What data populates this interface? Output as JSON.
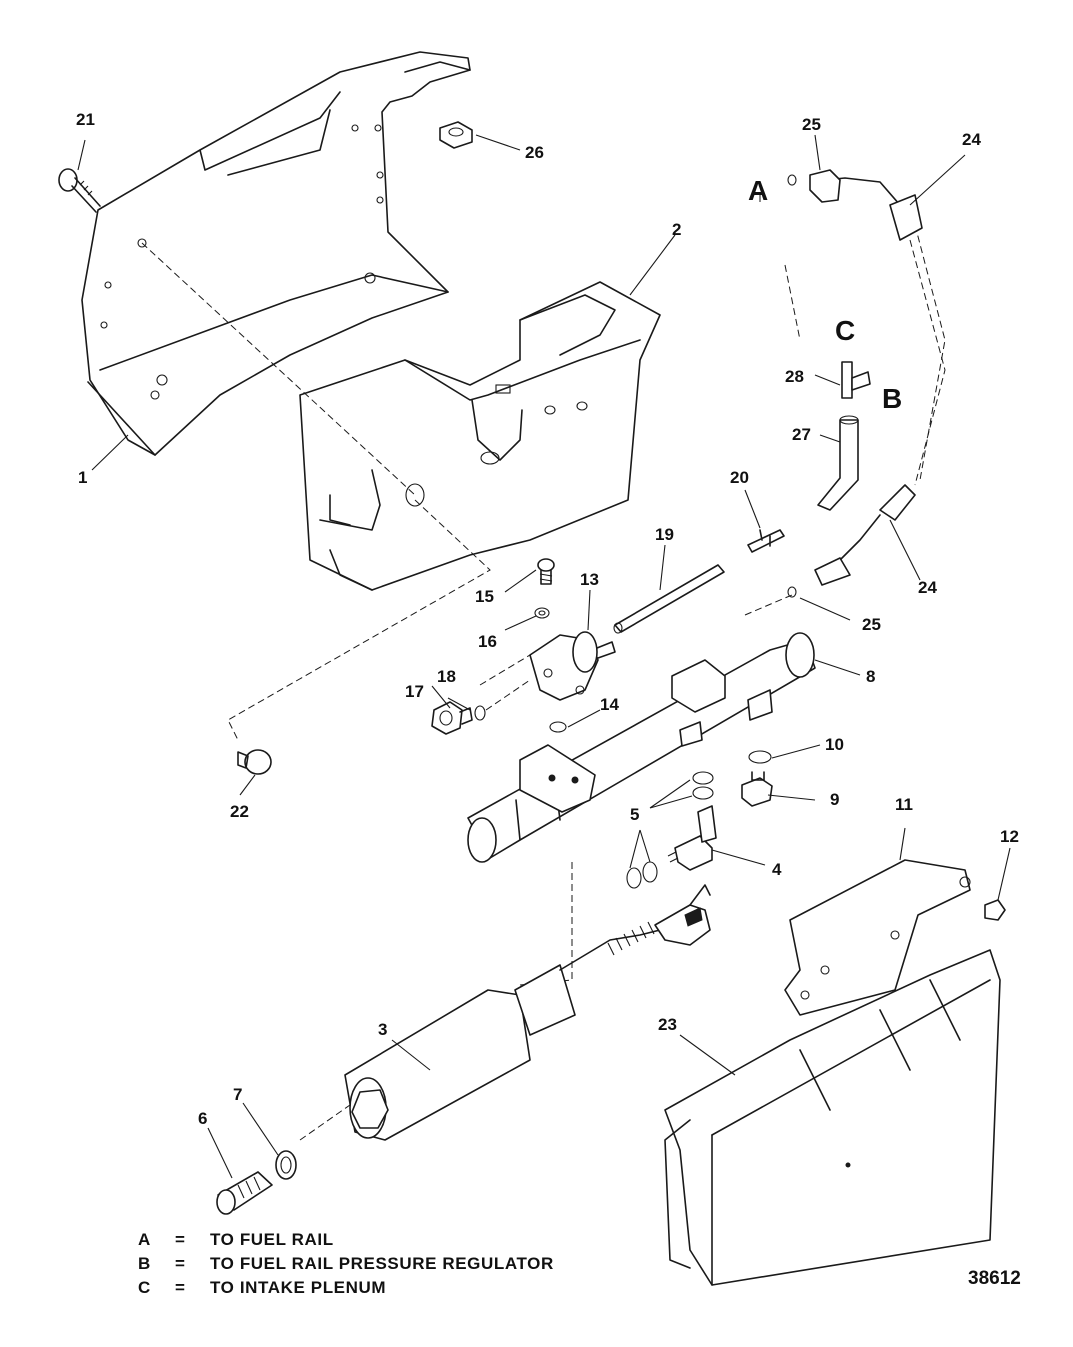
{
  "part_labels": {
    "p1": "1",
    "p2": "2",
    "p3": "3",
    "p4": "4",
    "p5a": "5",
    "p6": "6",
    "p7": "7",
    "p8": "8",
    "p9": "9",
    "p10": "10",
    "p11": "11",
    "p12": "12",
    "p13": "13",
    "p14": "14",
    "p15": "15",
    "p16": "16",
    "p17": "17",
    "p18": "18",
    "p19": "19",
    "p20": "20",
    "p21": "21",
    "p22": "22",
    "p23": "23",
    "p24a": "24",
    "p24b": "24",
    "p25a": "25",
    "p25b": "25",
    "p26": "26",
    "p27": "27",
    "p28": "28"
  },
  "connection_letters": {
    "a": "A",
    "b": "B",
    "c": "C"
  },
  "legend": [
    {
      "key": "A",
      "sep": "=",
      "text": "TO FUEL RAIL"
    },
    {
      "key": "B",
      "sep": "=",
      "text": "TO FUEL RAIL PRESSURE REGULATOR"
    },
    {
      "key": "C",
      "sep": "=",
      "text": "TO INTAKE PLENUM"
    }
  ],
  "drawing_number": "38612"
}
